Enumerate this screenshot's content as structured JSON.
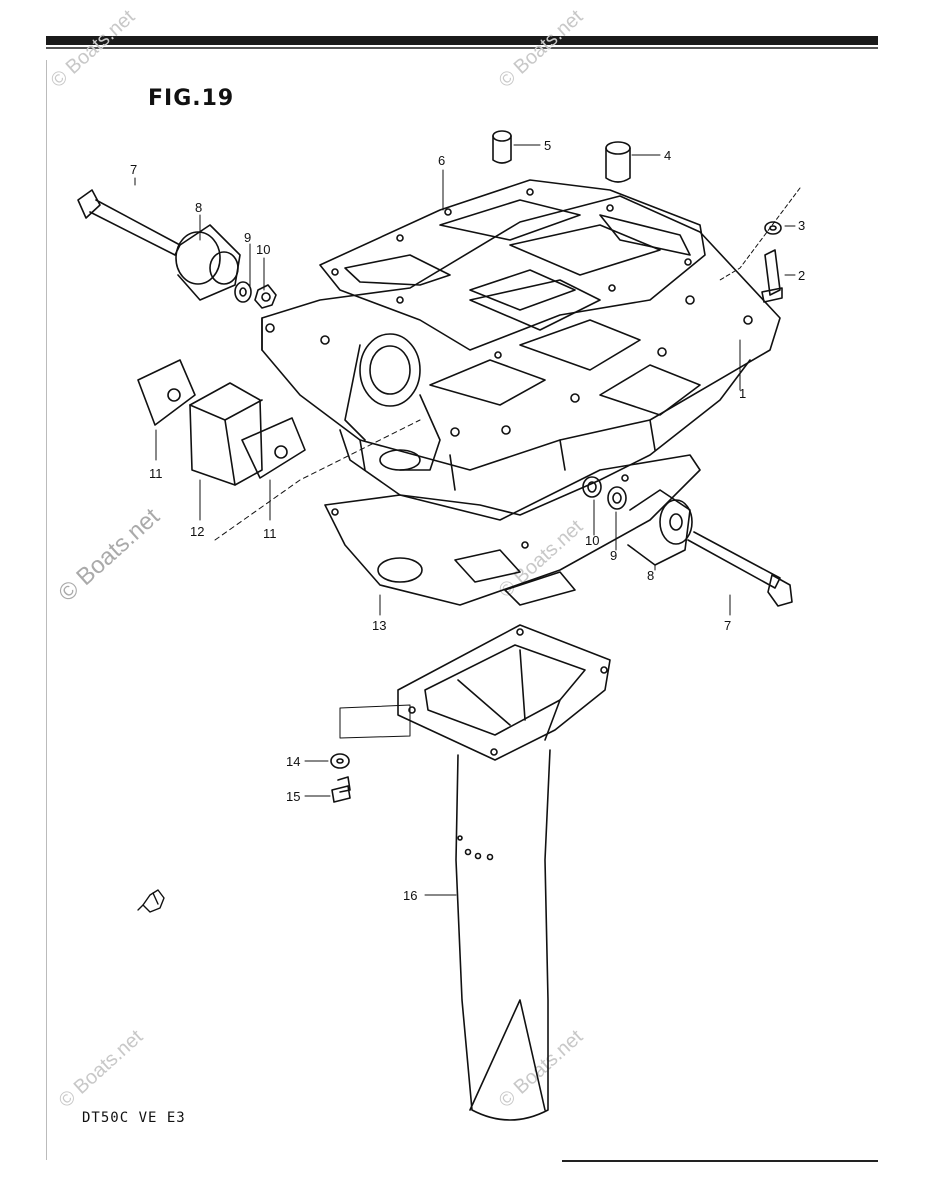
{
  "figure": {
    "title": "FIG.19",
    "model": "DT50C VE E3"
  },
  "watermarks": [
    "© Boats.net",
    "© Boats.net",
    "© Boats.net",
    "© Boats.net",
    "© Boats.net",
    "© Boats.net"
  ],
  "callouts": [
    "1",
    "2",
    "3",
    "4",
    "5",
    "6",
    "7",
    "8",
    "9",
    "10",
    "11",
    "11",
    "12",
    "13",
    "7",
    "8",
    "9",
    "10",
    "14",
    "15",
    "16"
  ],
  "colors": {
    "ink": "#111111",
    "watermark": "#c8c8c8"
  }
}
